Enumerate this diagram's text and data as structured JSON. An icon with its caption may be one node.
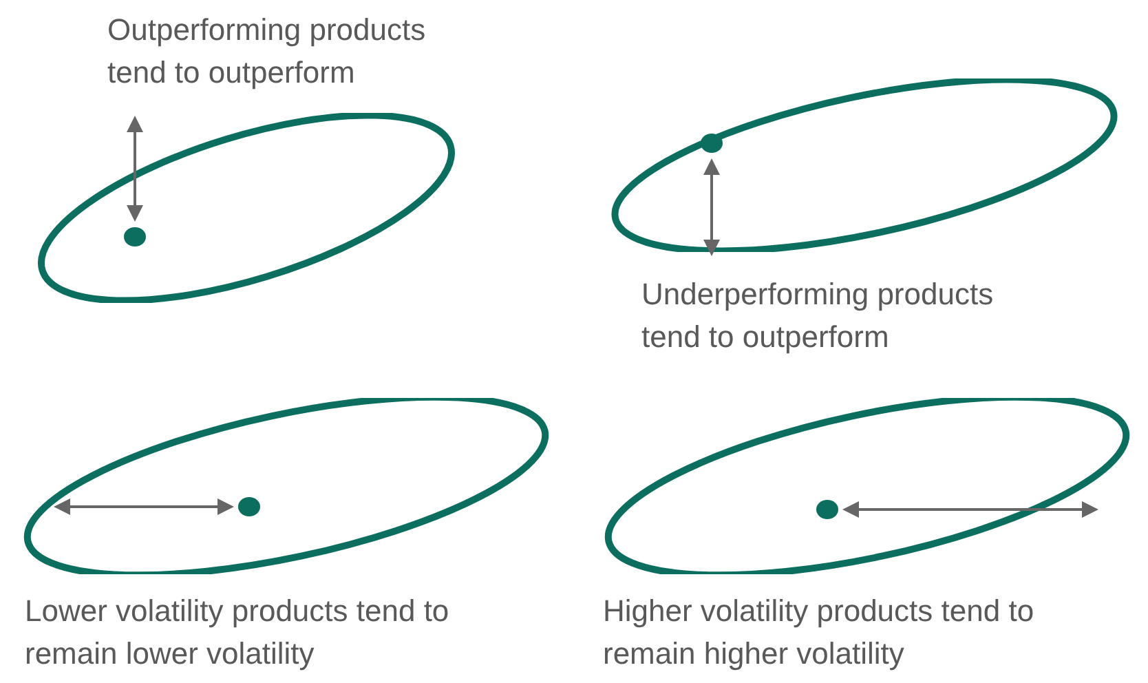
{
  "diagram": {
    "nodes": [
      {
        "text": [],
        "shape": "ellipse"
      },
      {
        "text": [],
        "shape": "circle",
        "in": 0
      },
      {
        "text": [],
        "shape": "ellipse"
      },
      {
        "text": [],
        "shape": "circle",
        "in": 2
      },
      {
        "text": [],
        "shape": "ellipse"
      },
      {
        "text": [],
        "shape": "circle",
        "in": 4
      },
      {
        "text": [],
        "shape": "ellipse"
      },
      {
        "text": [],
        "shape": "circle",
        "in": 6
      }
    ],
    "edges": [
      {
        "from": 1,
        "to": null,
        "arrow": "both"
      },
      {
        "from": 3,
        "to": null,
        "arrow": "both"
      },
      {
        "from": 5,
        "to": null,
        "arrow": "both"
      },
      {
        "from": 7,
        "to": null,
        "arrow": "both"
      }
    ],
    "labels": [
      "Outperforming products tend to outperform",
      "Underperforming products tend to outperform",
      "Lower volatility products tend to remain lower volatility",
      "Higher volatility products tend to remain higher volatility"
    ]
  }
}
